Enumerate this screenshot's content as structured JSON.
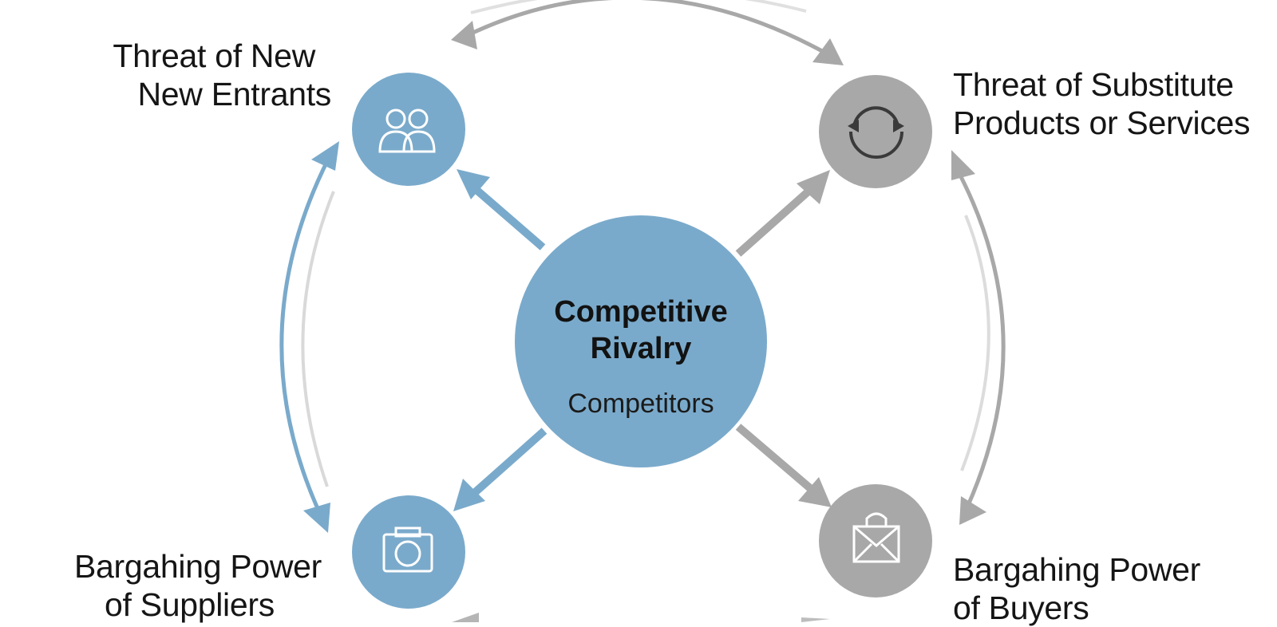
{
  "colors": {
    "blue": "#7aaacb",
    "grey": "#a8a8a8",
    "light_grey": "#d9d9d9",
    "text": "#151515"
  },
  "center": {
    "title_line1": "Competitive",
    "title_line2": "Rivalry",
    "subtitle": "Competitors"
  },
  "forces": {
    "new_entrants": {
      "line1": "Threat of New",
      "line2": "New Entrants",
      "icon": "users-icon"
    },
    "substitutes": {
      "line1": "Threat of Substitute",
      "line2": "Products or Services",
      "icon": "refresh-icon"
    },
    "suppliers": {
      "line1": "Bargahing Power",
      "line2": "of Suppliers",
      "icon": "camera-icon"
    },
    "buyers": {
      "line1": "Bargahing Power",
      "line2": "of Buyers",
      "icon": "shopping-bag-icon"
    }
  }
}
